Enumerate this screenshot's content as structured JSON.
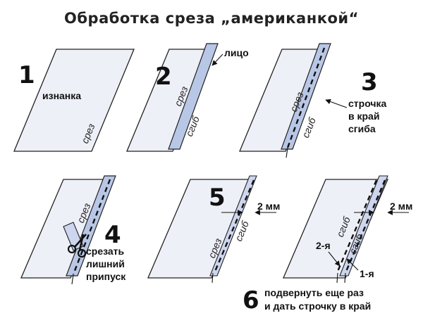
{
  "title": "Обработка среза „американкой“",
  "steps": {
    "s1": {
      "number": "1",
      "label_wrong_side": "изнанка",
      "label_edge": "срез"
    },
    "s2": {
      "number": "2",
      "label_face": "лицо",
      "label_edge": "срез",
      "label_fold": "сгиб"
    },
    "s3": {
      "number": "3",
      "label_edge": "срез",
      "label_fold": "сгиб",
      "caption_line1": "строчка",
      "caption_line2": "в край",
      "caption_line3": "сгиба"
    },
    "s4": {
      "number": "4",
      "label_edge": "срез",
      "caption_line1": "срезать",
      "caption_line2": "лишний",
      "caption_line3": "припуск"
    },
    "s5": {
      "number": "5",
      "label_edge": "срез",
      "label_fold": "сгиб",
      "measure": "2 мм"
    },
    "s6": {
      "number": "6",
      "label_fold_a": "сгиб",
      "label_fold_b": "сгиб",
      "measure": "2 мм",
      "label_second": "2-я",
      "label_first": "1-я",
      "caption_line1": "подвернуть еще раз",
      "caption_line2": "и дать строчку в край"
    }
  },
  "colors": {
    "sheet": "#eef0f8",
    "strip": "#b9c7e6",
    "ink": "#111111"
  }
}
